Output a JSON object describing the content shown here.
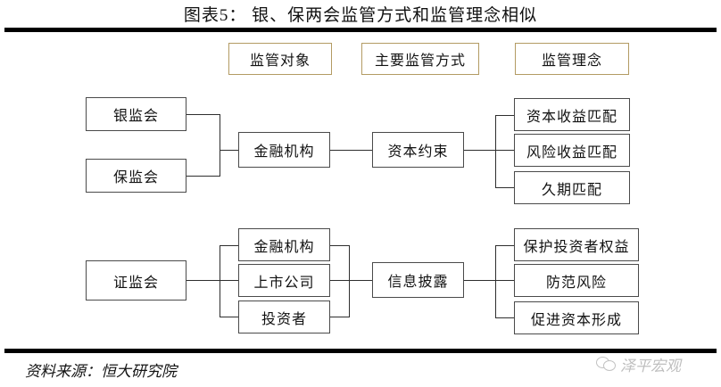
{
  "title": "图表5： 银、保两会监管方式和监管理念相似",
  "source": "资料来源：恒大研究院",
  "watermark": {
    "label": "泽平宏观",
    "icon": "wechat-icon"
  },
  "colors": {
    "rule": "#000000",
    "header_border": "#b39b63",
    "box_border": "#4a4a4a",
    "line": "#2e2e2e",
    "text": "#121212",
    "background": "#ffffff"
  },
  "headers": [
    {
      "label": "监管对象"
    },
    {
      "label": "主要监管方式"
    },
    {
      "label": "监管理念"
    }
  ],
  "groups": [
    {
      "name": "banking-insurance-branch",
      "regulators": [
        "银监会",
        "保监会"
      ],
      "objects": [
        "金融机构"
      ],
      "method": "资本约束",
      "concepts": [
        "资本收益匹配",
        "风险收益匹配",
        "久期匹配"
      ]
    },
    {
      "name": "securities-branch",
      "regulators": [
        "证监会"
      ],
      "objects": [
        "金融机构",
        "上市公司",
        "投资者"
      ],
      "method": "信息披露",
      "concepts": [
        "保护投资者权益",
        "防范风险",
        "促进资本形成"
      ]
    }
  ]
}
